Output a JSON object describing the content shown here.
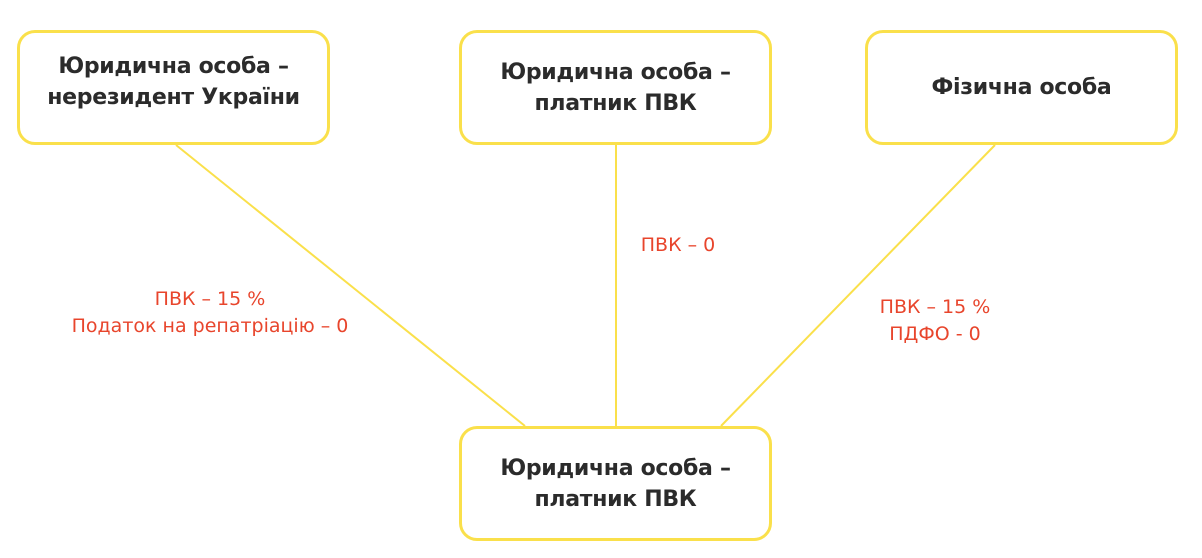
{
  "colors": {
    "box_border": "#FAE04B",
    "connector": "#FAE04B",
    "box_text": "#2b2b2b",
    "rate_text": "#E8452C"
  },
  "nodes": {
    "nonresident": {
      "line1": "Юридична особа –",
      "line2": "нерезидент України"
    },
    "payer_top": {
      "line1": "Юридична особа –",
      "line2": "платник ПВК"
    },
    "individual": {
      "line1": "Фізична особа"
    },
    "payer_bottom": {
      "line1": "Юридична особа –",
      "line2": "платник ПВК"
    }
  },
  "edges": {
    "nonresident": {
      "line1": "ПВК – 15 %",
      "line2": "Податок на репатріацію – 0"
    },
    "payer_top": {
      "line1": "ПВК – 0"
    },
    "individual": {
      "line1": "ПВК – 15 %",
      "line2": "ПДФО - 0"
    }
  }
}
